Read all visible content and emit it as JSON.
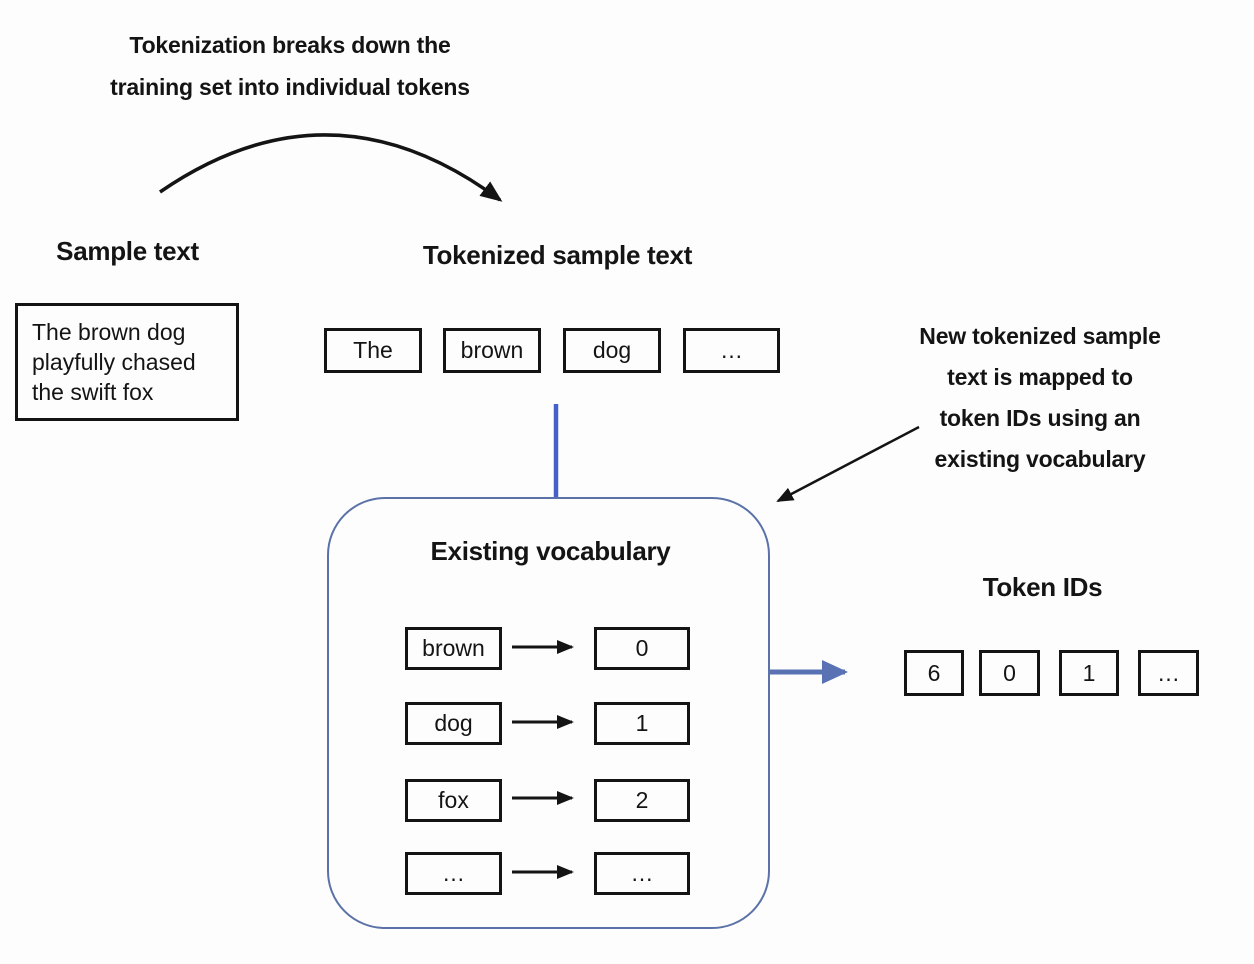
{
  "captions": {
    "tokenization": {
      "line1": "Tokenization breaks down the",
      "line2": "training set into individual tokens"
    },
    "mapping": {
      "line1": "New tokenized sample",
      "line2": "text is mapped to",
      "line3": "token IDs using an",
      "line4": "existing vocabulary"
    }
  },
  "sample": {
    "heading": "Sample text",
    "lines": [
      "The brown dog",
      "playfully chased",
      "the swift fox"
    ]
  },
  "tokenized": {
    "heading": "Tokenized sample text",
    "tokens": [
      "The",
      "brown",
      "dog",
      "…"
    ]
  },
  "vocabulary": {
    "heading": "Existing vocabulary",
    "rows": [
      {
        "token": "brown",
        "id": "0"
      },
      {
        "token": "dog",
        "id": "1"
      },
      {
        "token": "fox",
        "id": "2"
      },
      {
        "token": "…",
        "id": "…"
      }
    ]
  },
  "token_ids": {
    "heading": "Token IDs",
    "values": [
      "6",
      "0",
      "1",
      "…"
    ]
  },
  "icons": {
    "curved_arrow": "arc-arrow-down-right",
    "mapping_arrow": "arrow-down-left",
    "row_arrow": "arrow-right",
    "output_arrow": "arrow-right"
  },
  "colors": {
    "ink": "#141414",
    "connector_blue": "#4560c8",
    "frame_blue": "#5b72a8",
    "arrow_blue": "#5872b4",
    "background": "#fdfdfd"
  }
}
